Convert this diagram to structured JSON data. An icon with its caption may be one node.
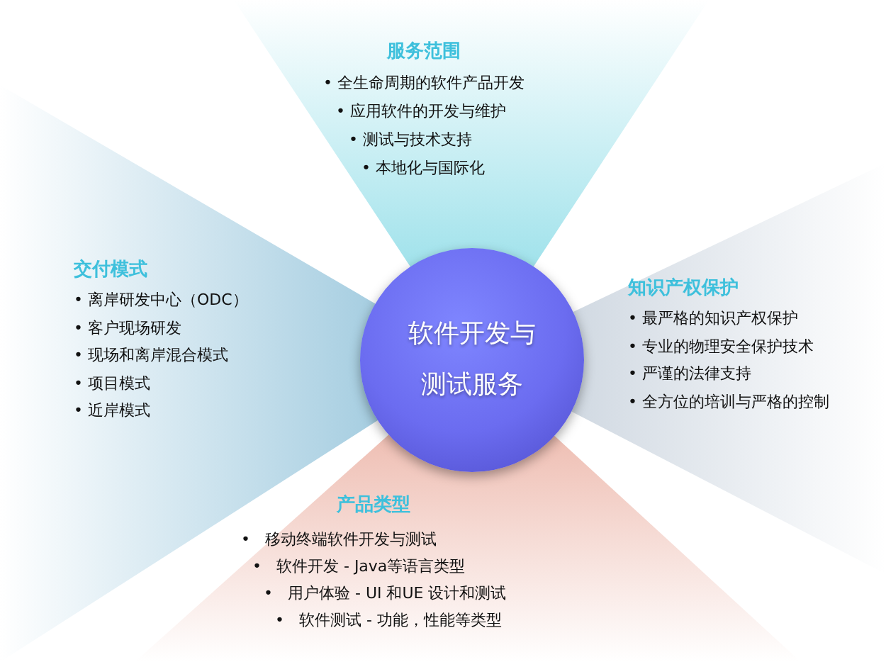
{
  "diagram": {
    "nodes": [
      {
        "text": [
          "软件开发与测试服务"
        ]
      },
      {
        "text": [
          "服务范围",
          "• 全生命周期的软件产品开发",
          "• 应用软件的开发与维护",
          "• 测试与技术支持",
          "• 本地化与国际化"
        ]
      },
      {
        "text": [
          "交付模式",
          "• 离岸研发中心（ODC）",
          "• 客户现场研发",
          "• 现场和离岸混合模式",
          "• 项目模式",
          "• 近岸模式"
        ]
      },
      {
        "text": [
          "知识产权保护",
          "• 最严格的知识产权保护",
          "• 专业的物理安全保护技术",
          "• 严谨的法律支持",
          "• 全方位的培训与严格的控制"
        ]
      },
      {
        "text": [
          "产品类型",
          "•   移动终端软件开发与测试",
          "•   软件开发 - Java等语言类型",
          "•   用户体验 - UI 和UE 设计和测试",
          "•   软件测试 - 功能，性能等类型"
        ]
      }
    ]
  }
}
